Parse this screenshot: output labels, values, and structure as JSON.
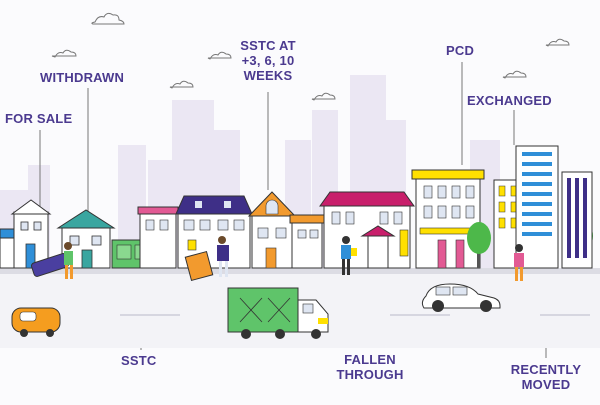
{
  "labels": {
    "for_sale": "FOR SALE",
    "withdrawn": "WITHDRAWN",
    "sstc_weeks_line1": "SSTC AT",
    "sstc_weeks_line2": "+3, 6, 10",
    "sstc_weeks_line3": "WEEKS",
    "pcd": "PCD",
    "exchanged": "EXCHANGED",
    "sstc": "SSTC",
    "fallen_line1": "FALLEN",
    "fallen_line2": "THROUGH",
    "recently_line1": "RECENTLY",
    "recently_line2": "MOVED"
  },
  "colors": {
    "label_text": "#4b3a8f",
    "road": "#f2f2f6",
    "skyline": "#e8e4f2",
    "bus_green": "#5fc46a",
    "tree_green": "#4db84a",
    "roof_pink": "#c81f6b",
    "roof_purple": "#3e2f87",
    "roof_orange": "#f29a2e",
    "roof_yellow": "#ffe000",
    "car_orange": "#f59d1f",
    "tower_blue": "#2f8fd8"
  }
}
